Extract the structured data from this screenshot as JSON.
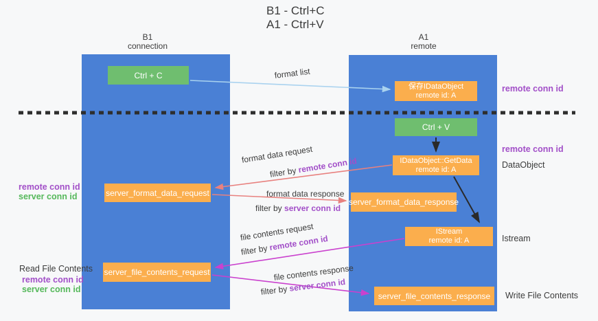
{
  "title": {
    "line1": "B1 - Ctrl+C",
    "line2": "A1 - Ctrl+V"
  },
  "lanes": {
    "left": {
      "title": "B1",
      "subtitle": "connection"
    },
    "right": {
      "title": "A1",
      "subtitle": "remote"
    }
  },
  "nodes": {
    "ctrl_c": {
      "label": "Ctrl + C"
    },
    "save_idataobject": {
      "line1": "保存IDataObject",
      "line2": "remote id: A"
    },
    "ctrl_v": {
      "label": "Ctrl + V"
    },
    "getdata": {
      "line1": "IDataObject::GetData",
      "line2": "remote id: A"
    },
    "server_format_data_request": {
      "label": "server_format_data_request"
    },
    "server_format_data_response": {
      "label": "server_format_data_response"
    },
    "istream": {
      "line1": "IStream",
      "line2": "remote id: A"
    },
    "server_file_contents_request": {
      "label": "server_file_contents_request"
    },
    "server_file_contents_response": {
      "label": "server_file_contents_response"
    }
  },
  "edges": {
    "format_list": {
      "label": "format list"
    },
    "format_data_request": {
      "label": "format data request",
      "filter_prefix": "filter by ",
      "filter_key": "remote conn id"
    },
    "format_data_response": {
      "label": "format data response",
      "filter_prefix": "filter by ",
      "filter_key": "server conn id"
    },
    "file_contents_request": {
      "label": "file contents request",
      "filter_prefix": "filter by ",
      "filter_key": "remote conn id"
    },
    "file_contents_response": {
      "label": "file contents response",
      "filter_prefix": "filter by ",
      "filter_key": "server conn id"
    }
  },
  "annotations": {
    "right_top_remote_conn_id": "remote conn id",
    "right_mid_remote_conn_id": "remote conn id",
    "dataobject": "DataObject",
    "istream": "Istream",
    "write_file_contents": "Write File Contents",
    "left_mid": {
      "remote": "remote conn id",
      "server": "server conn id"
    },
    "left_bottom": {
      "title": "Read File Contents",
      "remote": "remote conn id",
      "server": "server conn id"
    }
  },
  "colors": {
    "lane_blue": "#4a80d5",
    "node_green": "#6fbe6f",
    "node_orange": "#fbae4d",
    "conn_purple": "#a24fc8",
    "conn_green": "#55b85a",
    "arrow_light_blue": "#a9d2ef",
    "arrow_salmon": "#e8817f",
    "arrow_magenta": "#ca41ce",
    "arrow_black": "#2a2a2a"
  }
}
